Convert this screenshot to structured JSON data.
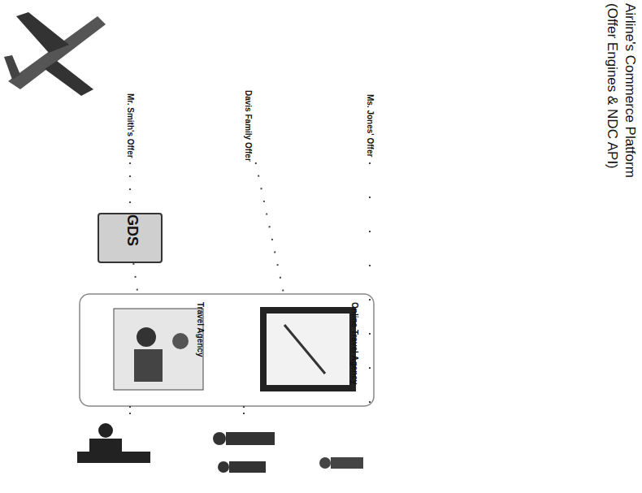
{
  "diagram": {
    "title": "Airline's Commerce Platform (Offer Engines & NDC API)",
    "nodes": [
      {
        "text": [
          "Mr. Smith's Offer"
        ]
      },
      {
        "text": [
          "Davis Family Offer"
        ]
      },
      {
        "text": [
          "Ms. Jones' Offer"
        ]
      },
      {
        "text": [
          "GDS"
        ]
      },
      {
        "text": [
          "Travel Agency"
        ]
      },
      {
        "text": [
          "Online Travel Agency"
        ]
      }
    ],
    "edges": [
      {
        "from": 0,
        "to": 3,
        "arrow": "none"
      },
      {
        "from": 3,
        "to": 4,
        "arrow": "none"
      },
      {
        "from": 1,
        "to": 5,
        "arrow": "none"
      }
    ]
  }
}
